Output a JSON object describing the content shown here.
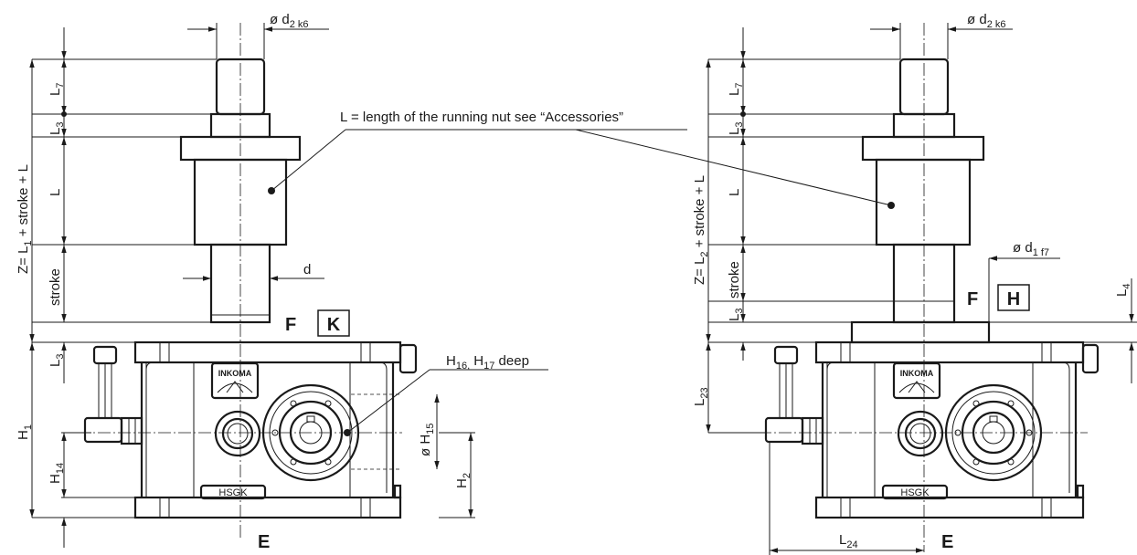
{
  "labels": {
    "d2k6_left": "ø d",
    "d2k6_left_sub": "2 k6",
    "d2k6_right": "ø d",
    "d2k6_right_sub": "2 k6",
    "d1f7": "ø d",
    "d1f7_sub": "1 f7",
    "running_nut_note": "L = length of the running nut see “Accessories”",
    "h16_note": "H",
    "h16_sub": "16,",
    "h17_text": " H",
    "h17_sub": "17",
    "deep_text": " deep",
    "h15": "ø H",
    "h15_sub": "15",
    "d_thread": "d",
    "F_left": "F",
    "K_box": "K",
    "F_right": "F",
    "H_box": "H",
    "E_left": "E",
    "E_right": "E",
    "brand": "INKOMA",
    "model_left": "HSGK",
    "model_right": "HSGK",
    "Z_left": "Z= L",
    "Z_left_sub": "1",
    "Z_left_tail": " + stroke + L",
    "Z_right": "Z= L",
    "Z_right_sub": "2",
    "Z_right_tail": " + stroke + L",
    "L7_left": "L",
    "L7_left_sub": "7",
    "L3_left_top": "L",
    "L3_left_top_sub": "3",
    "L_left": "L",
    "stroke_left": "stroke",
    "L3_left_bottom": "L",
    "L3_left_bottom_sub": "3",
    "H1": "H",
    "H1_sub": "1",
    "H14": "H",
    "H14_sub": "14",
    "H2": "H",
    "H2_sub": "2",
    "L7_right": "L",
    "L7_right_sub": "7",
    "L3_right_top": "L",
    "L3_right_top_sub": "3",
    "L_right": "L",
    "stroke_right": "stroke",
    "L3_right_bottom": "L",
    "L3_right_bottom_sub": "3",
    "L4": "L",
    "L4_sub": "4",
    "L23": "L",
    "L23_sub": "23",
    "L24": "L",
    "L24_sub": "24"
  }
}
